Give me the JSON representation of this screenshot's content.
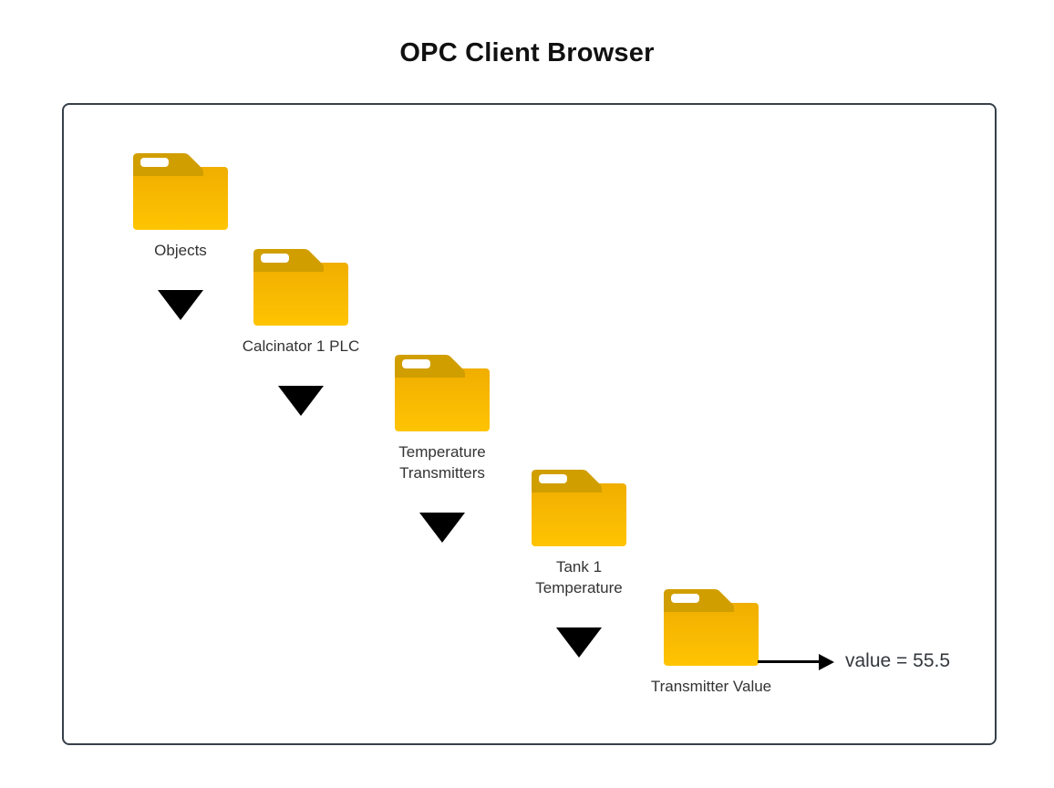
{
  "title": "OPC Client Browser",
  "tree": {
    "nodes": [
      {
        "name": "Objects",
        "lines": [
          "Objects"
        ]
      },
      {
        "name": "Calcinator 1 PLC",
        "lines": [
          "Calcinator 1 PLC"
        ]
      },
      {
        "name": "Temperature Transmitters",
        "lines": [
          "Temperature",
          "Transmitters"
        ]
      },
      {
        "name": "Tank 1 Temperature",
        "lines": [
          "Tank 1",
          "Temperature"
        ]
      },
      {
        "name": "Transmitter Value",
        "lines": [
          "Transmitter Value"
        ]
      }
    ]
  },
  "annotation": {
    "value_text": "value = 55.5"
  },
  "colors": {
    "folder_tab": "#d19e00",
    "folder_body_top": "#f0ae00",
    "folder_body_bottom": "#ffc403",
    "panel_border": "#37404a",
    "label_text": "#333333",
    "expander": "#000000",
    "arrow": "#000000",
    "value_text": "#33373c",
    "title_text": "#111111"
  }
}
